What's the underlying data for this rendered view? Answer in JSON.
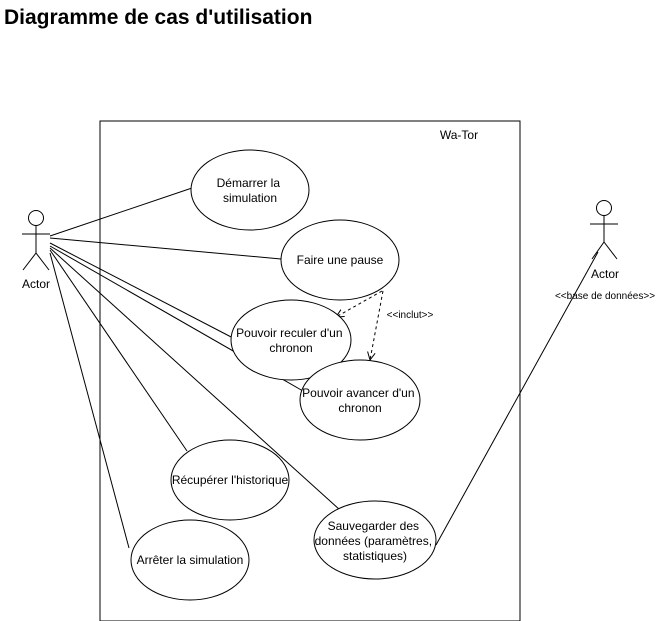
{
  "title": "Diagramme de cas d'utilisation",
  "system": {
    "name": "Wa-Tor"
  },
  "actors": {
    "user": {
      "label": "Actor"
    },
    "database": {
      "label": "Actor",
      "stereotype": "<<base de données>>"
    }
  },
  "use_cases": {
    "start": [
      "Démarrer la",
      "simulation"
    ],
    "pause": [
      "Faire une pause"
    ],
    "back": [
      "Pouvoir reculer d'un",
      "chronon"
    ],
    "forward": [
      "Pouvoir avancer d'un",
      "chronon"
    ],
    "history": [
      "Récupérer l'historique"
    ],
    "save": [
      "Sauvegarder des",
      "données (paramètres,",
      "statistiques)"
    ],
    "stop": [
      "Arrêter la simulation"
    ]
  },
  "relations": {
    "include_label": "<<inclut>>"
  }
}
